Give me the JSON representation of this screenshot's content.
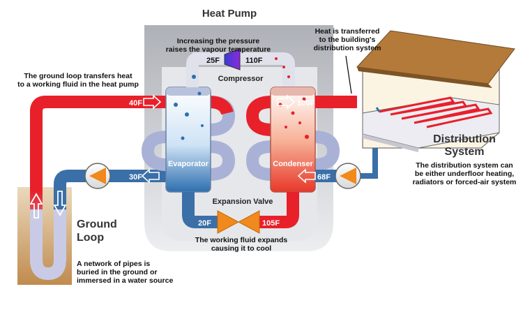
{
  "title": "Heat Pump",
  "compressor": {
    "label": "Compressor",
    "note_line1": "Increasing the pressure",
    "note_line2": "raises the vapour temperature",
    "temp_in": "25F",
    "temp_out": "110F"
  },
  "ground_loop": {
    "title_line1": "Ground",
    "title_line2": "Loop",
    "intro_line1": "The ground loop transfers heat",
    "intro_line2": "to a working fluid in the heat pump",
    "desc_line1": "A network of pipes is",
    "desc_line2": "buried in the ground or",
    "desc_line3": "immersed in a water source",
    "temp_out": "40F",
    "temp_return": "30F"
  },
  "evaporator": {
    "label": "Evaporator"
  },
  "condenser": {
    "label": "Condenser"
  },
  "expansion_valve": {
    "label": "Expansion Valve",
    "note_line1": "The working fluid expands",
    "note_line2": "causing it to cool",
    "temp_in": "105F",
    "temp_out": "20F"
  },
  "distribution": {
    "title_line1": "Distribution",
    "title_line2": "System",
    "transfer_line1": "Heat is transferred",
    "transfer_line2": "to the building's",
    "transfer_line3": "distribution system",
    "desc_line1": "The distribution system can",
    "desc_line2": "be either underfloor heating,",
    "desc_line3": "radiators or forced-air system",
    "temp_supply": "100F",
    "temp_return": "68F"
  },
  "colors": {
    "hot": "#e8202a",
    "cold": "#3a6fa8",
    "coil": "#a9b2d6",
    "housing": "#c9cbd0",
    "ground": "#c8955a",
    "pump": "#f08a1c",
    "roof": "#b37a3a"
  }
}
